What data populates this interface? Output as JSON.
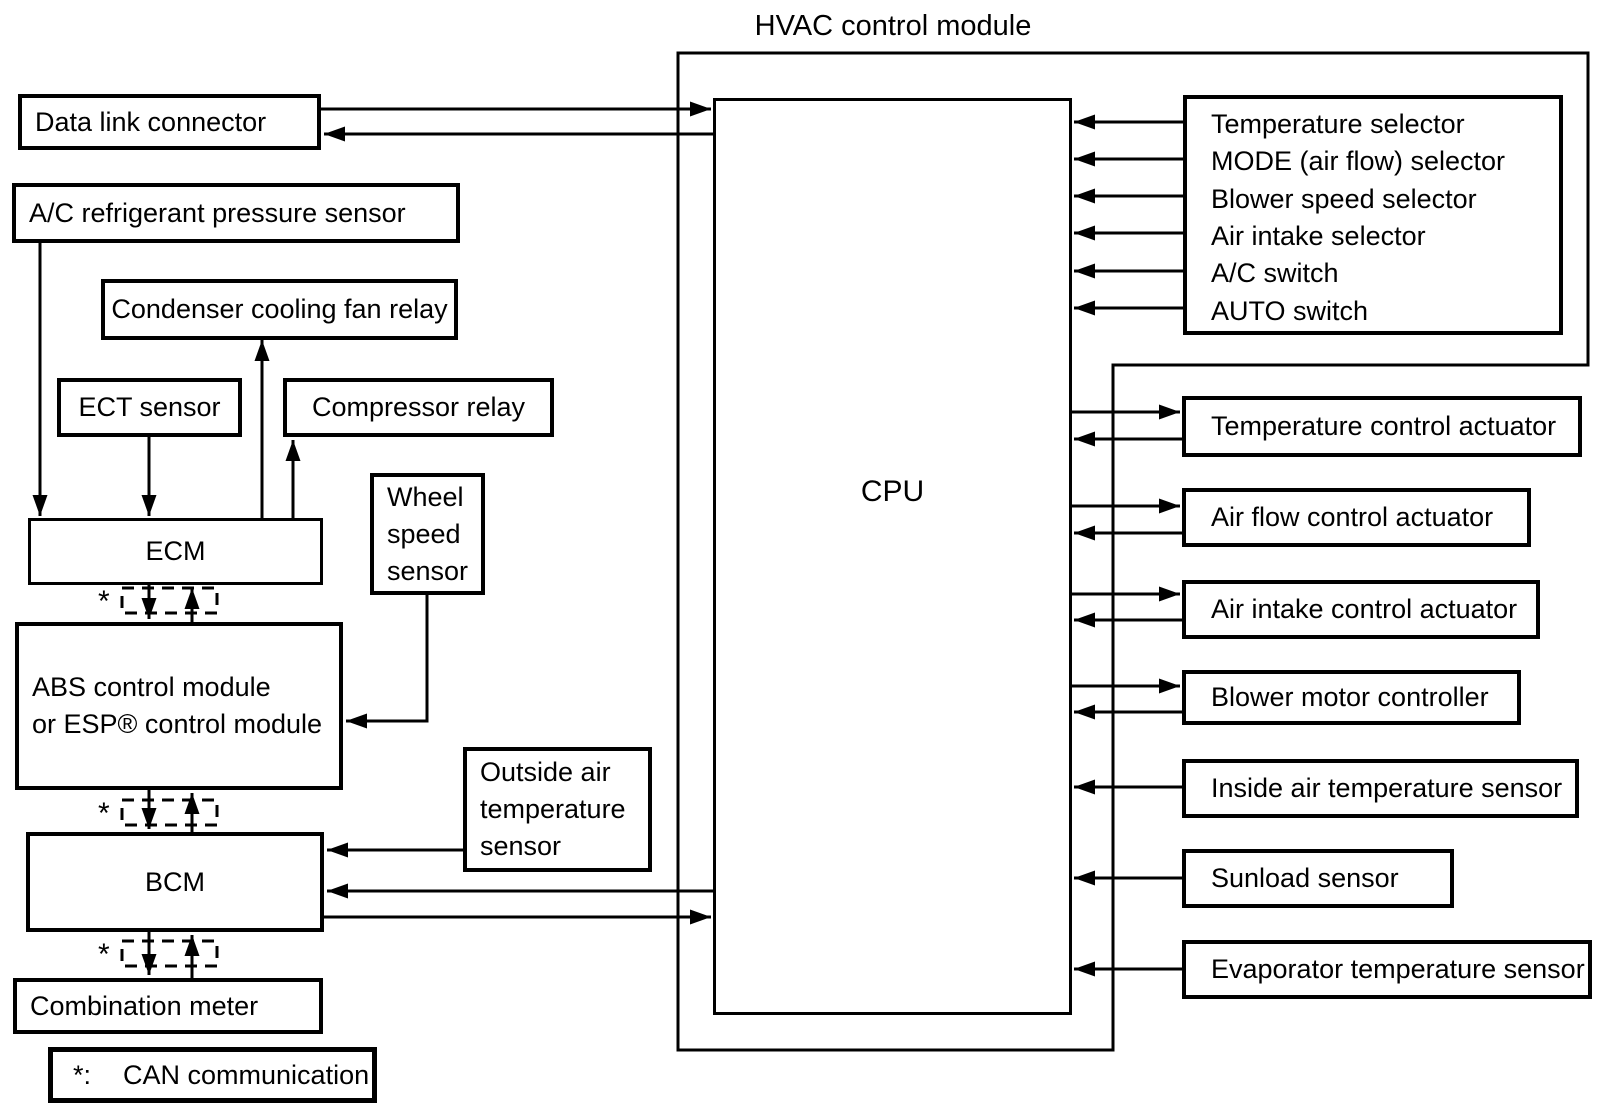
{
  "title": "HVAC control module",
  "can_marker": "*",
  "legend": {
    "prefix": "*:",
    "label": "CAN communication"
  },
  "nodes": {
    "data_link": "Data link connector",
    "ac_pressure": "A/C refrigerant pressure sensor",
    "condenser_relay": "Condenser cooling fan relay",
    "ect_sensor": "ECT sensor",
    "compressor_relay": "Compressor relay",
    "ecm": "ECM",
    "wheel_speed": "Wheel\nspeed\nsensor",
    "abs_module": "ABS control module\nor ESP® control module",
    "outside_air": "Outside air\ntemperature\nsensor",
    "bcm": "BCM",
    "combination_meter": "Combination meter",
    "cpu": "CPU",
    "temp_actuator": "Temperature control actuator",
    "airflow_actuator": "Air flow control actuator",
    "intake_actuator": "Air intake control actuator",
    "blower_controller": "Blower motor controller",
    "inside_air": "Inside air temperature sensor",
    "sunload": "Sunload sensor",
    "evaporator": "Evaporator temperature sensor"
  },
  "selectors": [
    "Temperature selector",
    "MODE (air flow) selector",
    "Blower speed selector",
    "Air intake selector",
    "A/C switch",
    "AUTO switch"
  ]
}
